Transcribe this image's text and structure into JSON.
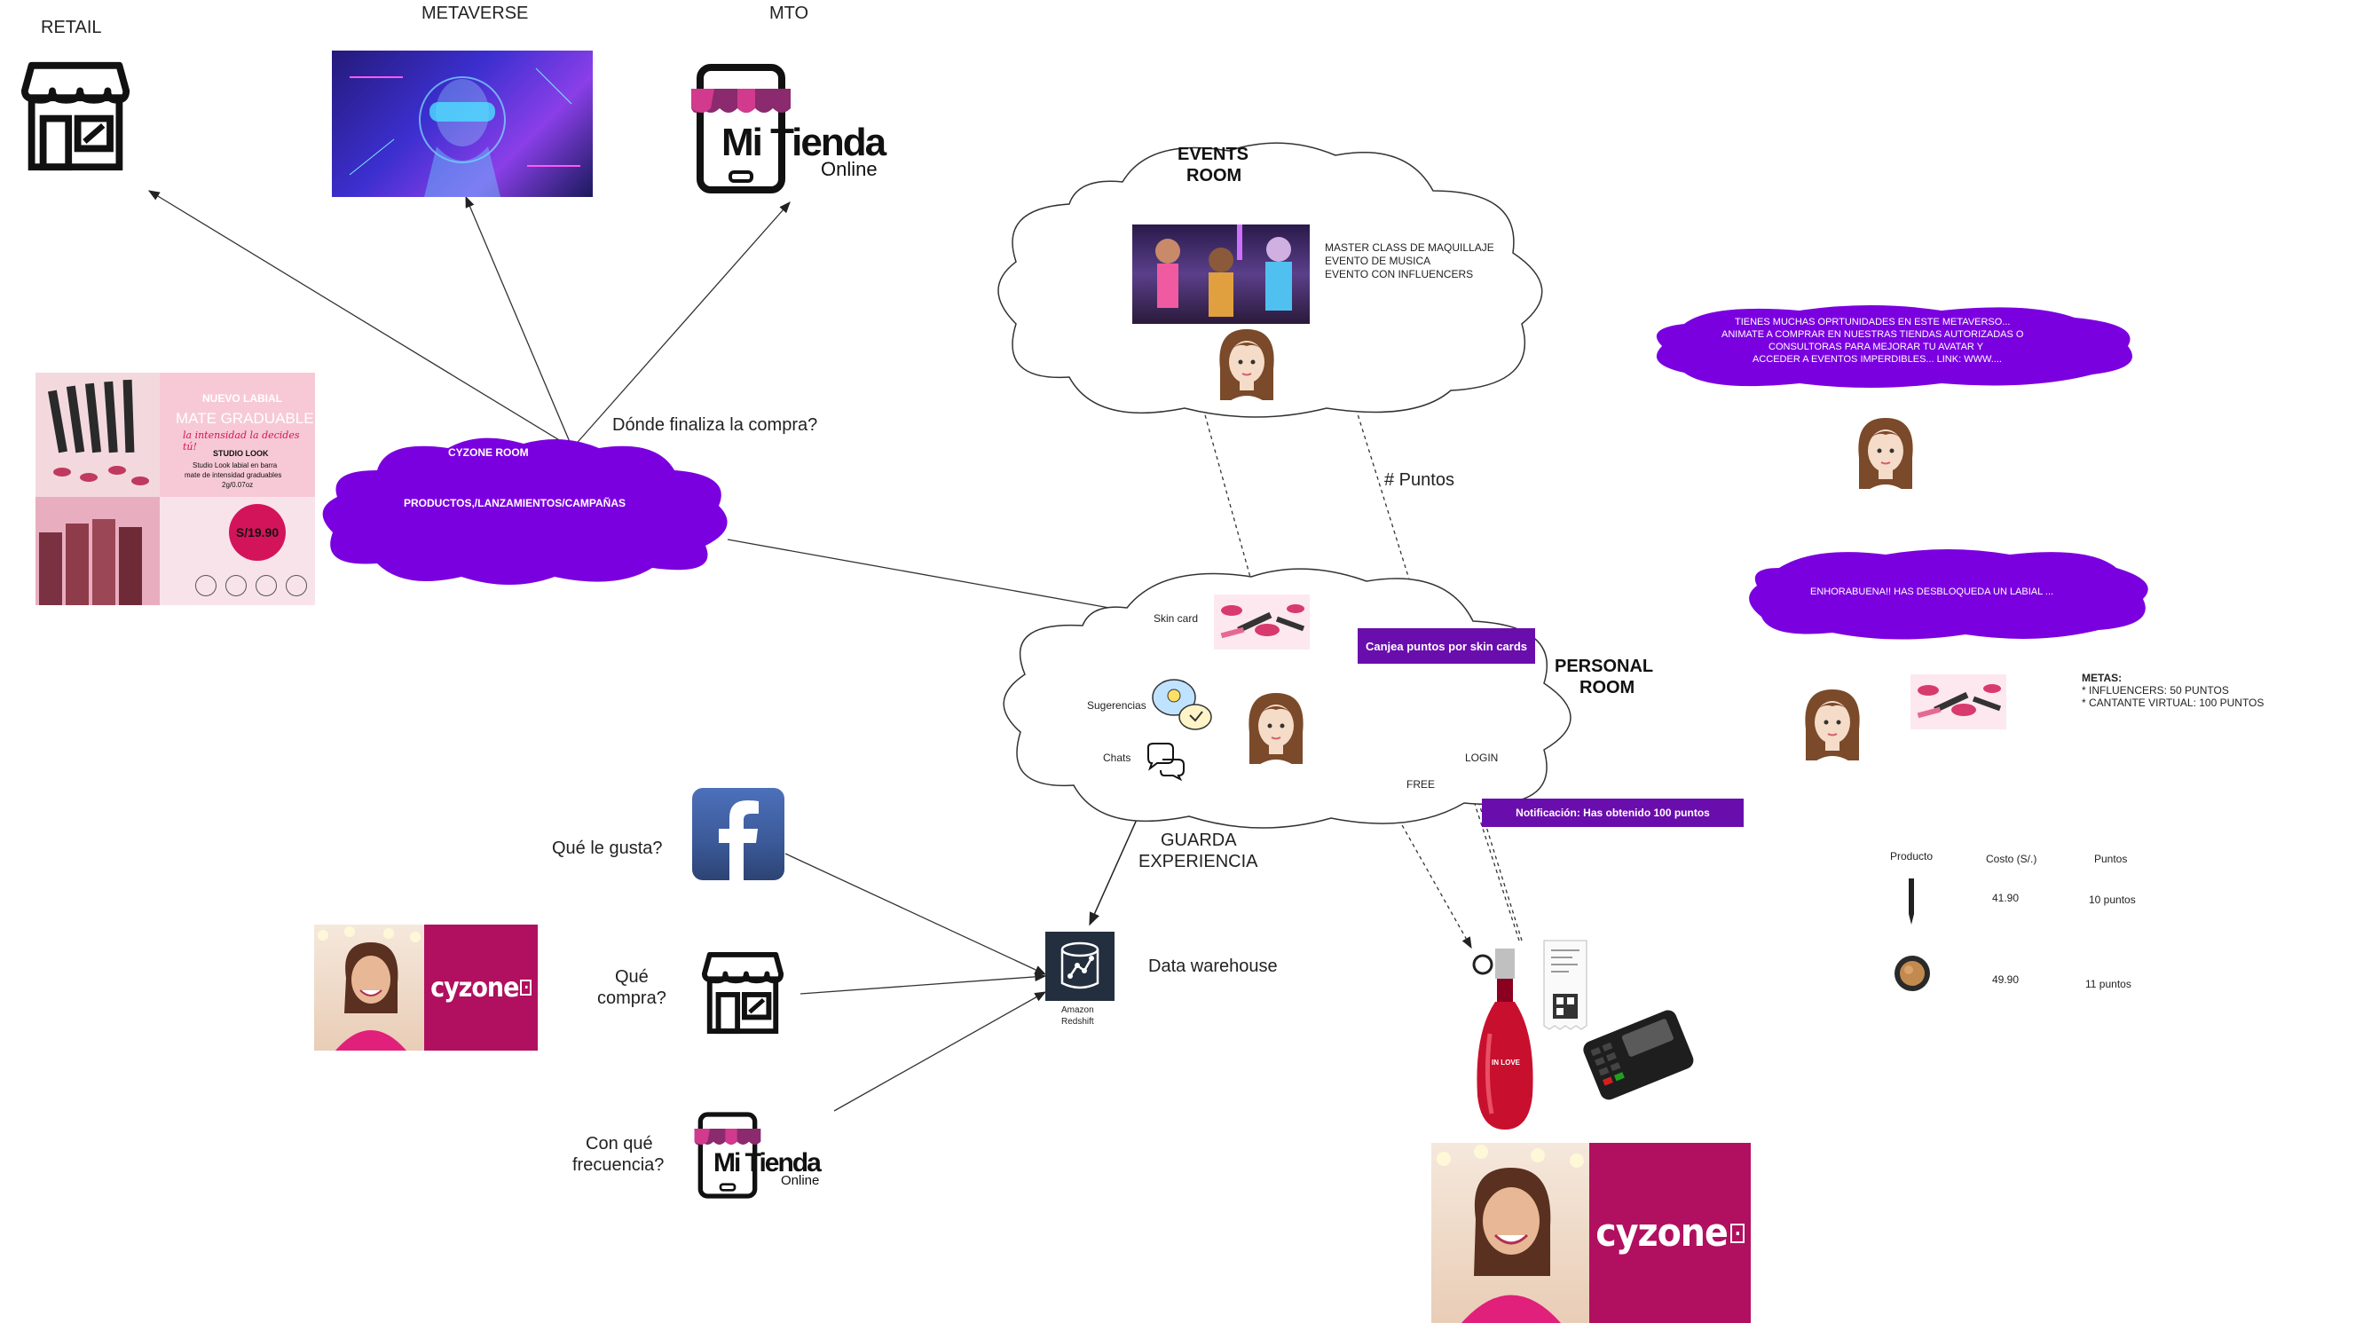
{
  "channels": {
    "retail": "RETAIL",
    "metaverse": "METAVERSE",
    "mto": "MTO",
    "mitienda_brand": "Mi Tienda",
    "mitienda_sub": "Online"
  },
  "cyzone_room": {
    "title": "CYZONE ROOM",
    "subtitle": "PRODUCTOS,/LANZAMIENTOS/CAMPAÑAS",
    "question": "Dónde finaliza la compra?"
  },
  "ad": {
    "badge": "NUEVO LABIAL",
    "headline": "MATE GRADUABLE",
    "tagline": "la intensidad la decides tú!",
    "product": "STUDIO LOOK",
    "desc_line1": "Studio Look labial en barra",
    "desc_line2": "mate de intensidad graduables",
    "desc_line3": "2g/0.07oz",
    "price": "S/19.90"
  },
  "events_room": {
    "title_line1": "EVENTS",
    "title_line2": "ROOM",
    "items": [
      "MASTER CLASS DE MAQUILLAJE",
      "EVENTO DE MUSICA",
      "EVENTO CON INFLUENCERS"
    ]
  },
  "personal_room": {
    "title_line1": "PERSONAL",
    "title_line2": "ROOM",
    "skin_card": "Skin card",
    "sugerencias": "Sugerencias",
    "chats": "Chats",
    "canjea": "Canjea puntos por skin cards",
    "login": "LOGIN",
    "free": "FREE",
    "puntos": "# Puntos",
    "notificacion": "Notificación: Has obtenido 100 puntos"
  },
  "messages": {
    "promo_line1": "TIENES MUCHAS OPRTUNIDADES EN ESTE METAVERSO...",
    "promo_line2": "ANIMATE A COMPRAR EN NUESTRAS TIENDAS AUTORIZADAS O",
    "promo_line3": "CONSULTORAS PARA MEJORAR TU AVATAR Y",
    "promo_line4": "ACCEDER A EVENTOS IMPERDIBLES... LINK: WWW....",
    "unlock": "ENHORABUENA!! HAS DESBLOQUEDA UN LABIAL ..."
  },
  "metas": {
    "title": "METAS:",
    "line1": "* INFLUENCERS: 50 PUNTOS",
    "line2": "* CANTANTE VIRTUAL: 100 PUNTOS"
  },
  "table": {
    "headers": [
      "Producto",
      "Costo (S/.)",
      "Puntos"
    ],
    "rows": [
      {
        "costo": "41.90",
        "puntos": "10 puntos"
      },
      {
        "costo": "49.90",
        "puntos": "11 puntos"
      }
    ]
  },
  "data_flow": {
    "guarda_line1": "GUARDA",
    "guarda_line2": "EXPERIENCIA",
    "warehouse": "Data warehouse",
    "amazon_line1": "Amazon",
    "amazon_line2": "Redshift",
    "q_gusta": "Qué le gusta?",
    "q_compra_line1": "Qué",
    "q_compra_line2": "compra?",
    "q_frecuencia_line1": "Con qué",
    "q_frecuencia_line2": "frecuencia?"
  },
  "brand": {
    "logo_small": "cyzone",
    "logo_large": "cyzone",
    "perfume_label": "IN LOVE"
  },
  "colors": {
    "purple": "#7b00e0",
    "box_purple": "#6a0dad",
    "cyzone_magenta": "#b0105f",
    "facebook_blue": "#3b5998"
  }
}
